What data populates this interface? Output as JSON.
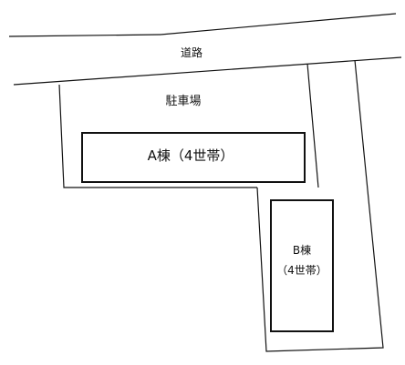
{
  "road": {
    "label": "道路"
  },
  "parking": {
    "label": "駐車場"
  },
  "building_a": {
    "label": "A棟（4世帯）"
  },
  "building_b": {
    "name": "B棟",
    "units": "（4世帯）"
  },
  "colors": {
    "line": "#111111",
    "background": "#ffffff"
  }
}
